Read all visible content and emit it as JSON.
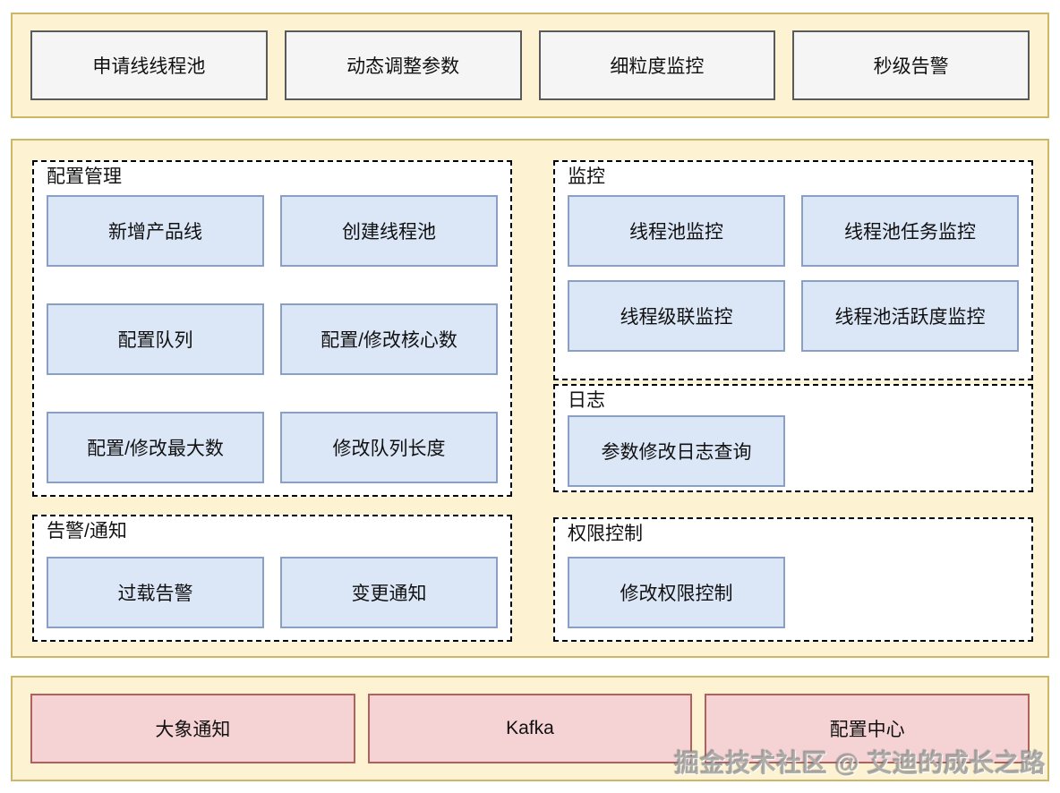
{
  "top_band": {
    "boxes": [
      "申请线线程池",
      "动态调整参数",
      "细粒度监控",
      "秒级告警"
    ]
  },
  "sections": {
    "config": {
      "label": "配置管理",
      "boxes": [
        "新增产品线",
        "创建线程池",
        "配置队列",
        "配置/修改核心数",
        "配置/修改最大数",
        "修改队列长度"
      ]
    },
    "monitor": {
      "label": "监控",
      "boxes": [
        "线程池监控",
        "线程池任务监控",
        "线程级联监控",
        "线程池活跃度监控"
      ]
    },
    "log": {
      "label": "日志",
      "boxes": [
        "参数修改日志查询"
      ]
    },
    "alert": {
      "label": "告警/通知",
      "boxes": [
        "过载告警",
        "变更通知"
      ]
    },
    "permission": {
      "label": "权限控制",
      "boxes": [
        "修改权限控制"
      ]
    }
  },
  "bottom_band": {
    "boxes": [
      "大象通知",
      "Kafka",
      "配置中心"
    ]
  },
  "watermark": "掘金技术社区 @ 艾迪的成长之路",
  "colors": {
    "band_background": "#fdf3d2",
    "band_border": "#cdb668",
    "feature_box_background": "#f5f5f5",
    "feature_box_border": "#5a5a5a",
    "module_box_background": "#dbe6f6",
    "module_box_border": "#8a9fc4",
    "infra_box_background": "#f5d2d3",
    "infra_box_border": "#b2605e",
    "section_border": "#000000"
  }
}
